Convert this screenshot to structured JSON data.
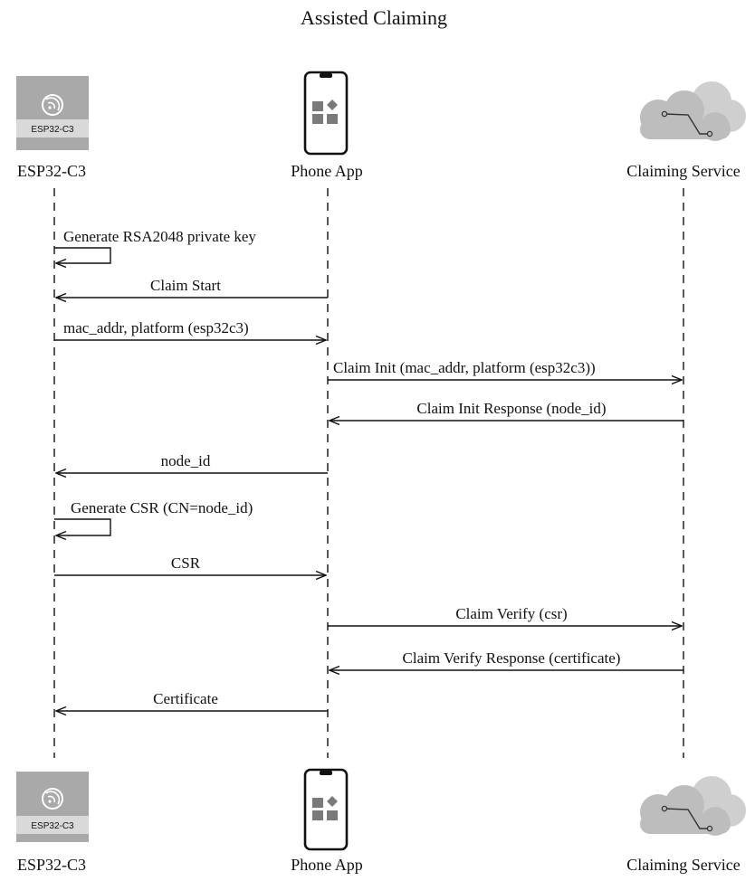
{
  "title": "Assisted Claiming",
  "actors": {
    "esp": {
      "name": "ESP32-C3",
      "chip_label": "ESP32-C3",
      "icon": "esp32-chip-icon"
    },
    "phone": {
      "name": "Phone App",
      "icon": "phone-app-icon"
    },
    "cloud": {
      "name": "Claiming Service",
      "icon": "cloud-service-icon"
    }
  },
  "messages": [
    {
      "from": "esp",
      "to": "esp",
      "label": "Generate RSA2048 private key"
    },
    {
      "from": "phone",
      "to": "esp",
      "label": "Claim Start"
    },
    {
      "from": "esp",
      "to": "phone",
      "label": "mac_addr, platform (esp32c3)"
    },
    {
      "from": "phone",
      "to": "cloud",
      "label": "Claim Init (mac_addr, platform (esp32c3))"
    },
    {
      "from": "cloud",
      "to": "phone",
      "label": "Claim Init Response (node_id)"
    },
    {
      "from": "phone",
      "to": "esp",
      "label": "node_id"
    },
    {
      "from": "esp",
      "to": "esp",
      "label": "Generate CSR (CN=node_id)"
    },
    {
      "from": "esp",
      "to": "phone",
      "label": "CSR"
    },
    {
      "from": "phone",
      "to": "cloud",
      "label": "Claim Verify (csr)"
    },
    {
      "from": "cloud",
      "to": "phone",
      "label": "Claim Verify Response (certificate)"
    },
    {
      "from": "phone",
      "to": "esp",
      "label": "Certificate"
    }
  ],
  "colors": {
    "line": "#111111",
    "chip_bg": "#a9a9a9",
    "chip_label_bg": "#d9d9d9",
    "cloud_back": "#cfcfcf",
    "cloud_front": "#bdbdbd",
    "phone_tile": "#7a7a7a"
  }
}
